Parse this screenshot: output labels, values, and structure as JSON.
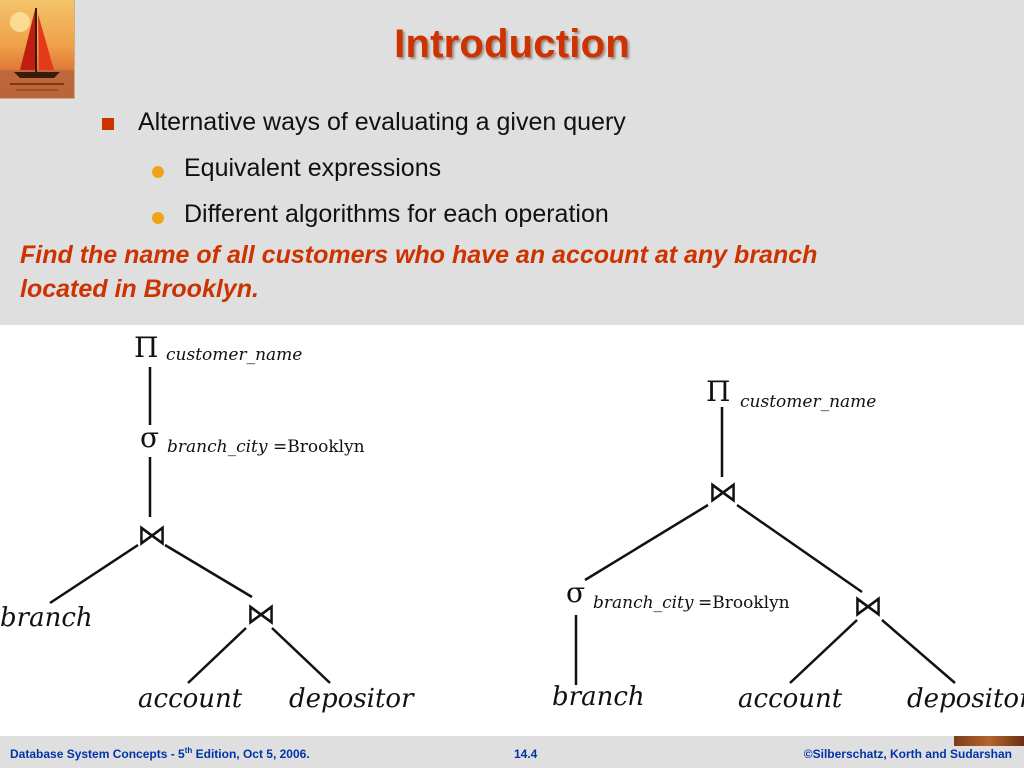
{
  "slide": {
    "title": "Introduction",
    "bullet": "Alternative ways of evaluating a given query",
    "subbullets": [
      "Equivalent expressions",
      "Different algorithms for each operation"
    ],
    "question_line1": "Find the name of all customers who have an account at any branch",
    "question_line2": "located  in Brooklyn."
  },
  "left_tree": {
    "pi": "Π",
    "projection_attr": "customer_name",
    "sigma": "σ",
    "selection_attr": "branch_city",
    "selection_value": "=Brooklyn",
    "join1": "⋈",
    "join2": "⋈",
    "leaf_branch": "branch",
    "leaf_account": "account",
    "leaf_depositor": "depositor"
  },
  "right_tree": {
    "pi": "Π",
    "projection_attr": "customer_name",
    "join1": "⋈",
    "sigma": "σ",
    "selection_attr": "branch_city",
    "selection_value": "=Brooklyn",
    "join2": "⋈",
    "leaf_branch": "branch",
    "leaf_account": "account",
    "leaf_depositor": "depositor"
  },
  "footer": {
    "left_prefix": "Database System Concepts - 5",
    "left_sup": "th",
    "left_suffix": " Edition, Oct 5,  2006.",
    "center": "14.4",
    "right": "©Silberschatz, Korth and Sudarshan"
  },
  "colors": {
    "title": "#cc3300",
    "square_bullet": "#cc3300",
    "dot_bullet": "#f0a31a",
    "question": "#cc3300",
    "footer_text": "#0033aa",
    "background": "#e0dfdf"
  },
  "icons": {
    "logo": "sailboat-logo",
    "square_bullet": "square-bullet-icon",
    "round_bullet": "round-bullet-icon"
  }
}
